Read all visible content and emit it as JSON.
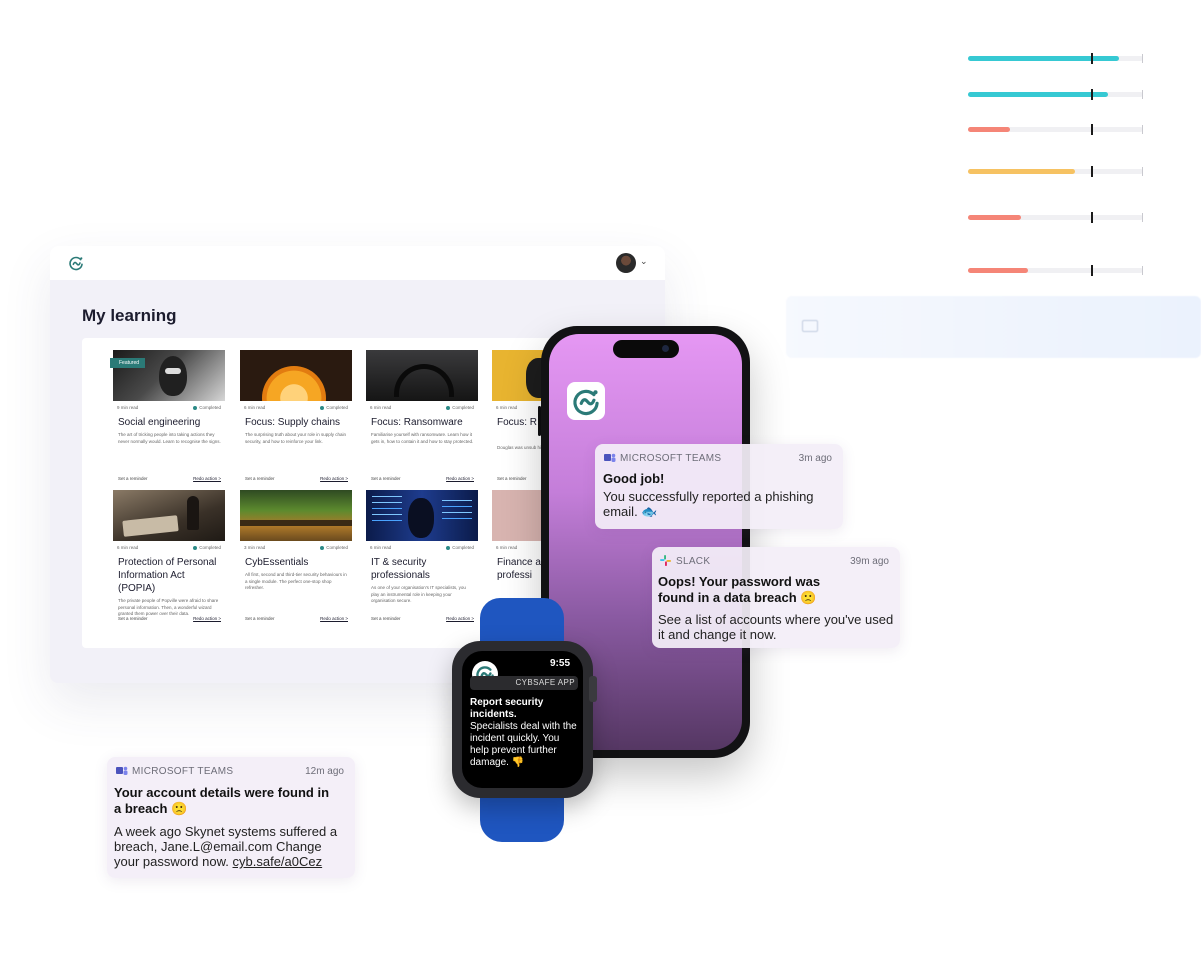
{
  "bars": [
    {
      "fill": 0.86,
      "color": "#36c9d3"
    },
    {
      "fill": 0.8,
      "color": "#36c9d3"
    },
    {
      "fill": 0.24,
      "color": "#f58577"
    },
    {
      "fill": 0.61,
      "color": "#f6c262"
    },
    {
      "fill": 0.3,
      "color": "#f58577"
    },
    {
      "fill": 0.34,
      "color": "#f58577"
    }
  ],
  "learning": {
    "title": "My learning",
    "cards": [
      {
        "badge": "Featured",
        "read": "9 min read",
        "status": "Completed",
        "title": "Social engineering",
        "desc": "The art of tricking people into taking actions they never normally would. Learn to recognise the signs.",
        "remind": "Set a reminder",
        "redo": "Redo action >",
        "img": "mask"
      },
      {
        "read": "6 min read",
        "status": "Completed",
        "title": "Focus: Supply chains",
        "desc": "The surprising truth about your role in supply chain security, and how to reinforce your link.",
        "remind": "Set a reminder",
        "redo": "Redo action >",
        "img": "orange"
      },
      {
        "read": "6 min read",
        "status": "Completed",
        "title": "Focus: Ransomware",
        "desc": "Familiarise yourself with ransomware. Learn how it gets in, how to contain it and how to stay protected.",
        "remind": "Set a reminder",
        "redo": "Redo action >",
        "img": "headphones"
      },
      {
        "read": "6 min read",
        "status": "",
        "title": "Focus: R fraud (st",
        "desc": "Douglas was unsub his payday. This w",
        "remind": "Set a reminder",
        "redo": "",
        "img": "dog"
      },
      {
        "read": "6 min read",
        "status": "Completed",
        "title": "Protection of Personal Information Act (POPIA)",
        "desc": "The private people of Popville were afraid to share personal information. Then, a wonderful wizard granted them power over their data.",
        "remind": "Set a reminder",
        "redo": "Redo action >",
        "img": "wizard"
      },
      {
        "read": "3 min read",
        "status": "Completed",
        "title": "CybEssentials",
        "desc": "All first, second and third-tier security behaviours in a single module. The perfect one-stop shop refresher.",
        "remind": "Set a reminder",
        "redo": "Redo action >",
        "img": "market"
      },
      {
        "read": "6 min read",
        "status": "Completed",
        "title": "IT & security professionals",
        "desc": "As one of your organisation's IT specialists, you play an instrumental role in keeping your organisation secure.",
        "remind": "Set a reminder",
        "redo": "Redo action >",
        "img": "code"
      },
      {
        "read": "6 min read",
        "status": "",
        "title": "Finance a payment professi",
        "desc": "",
        "remind": "",
        "redo": "",
        "img": "pink"
      }
    ]
  },
  "notifications": {
    "teams_phone": {
      "app": "MICROSOFT TEAMS",
      "time": "3m ago",
      "title": "Good job!",
      "body": "You successfully reported a phishing email. 🐟"
    },
    "slack": {
      "app": "SLACK",
      "time": "39m ago",
      "title": "Oops! Your password was found in a data breach 🙁",
      "body": "See a list of accounts where you've used it and change it now."
    },
    "teams_bottom": {
      "app": "MICROSOFT TEAMS",
      "time": "12m ago",
      "title": "Your account details were found in a breach 🙁",
      "body": "A week ago Skynet systems suffered a breach, Jane.L@email.com Change your password now. ",
      "link": "cyb.safe/a0Cez"
    }
  },
  "watch": {
    "time": "9:55",
    "app": "CYBSAFE APP",
    "title": "Report security incidents.",
    "body": "Specialists deal with the incident quickly. You help prevent further damage. 👎"
  }
}
